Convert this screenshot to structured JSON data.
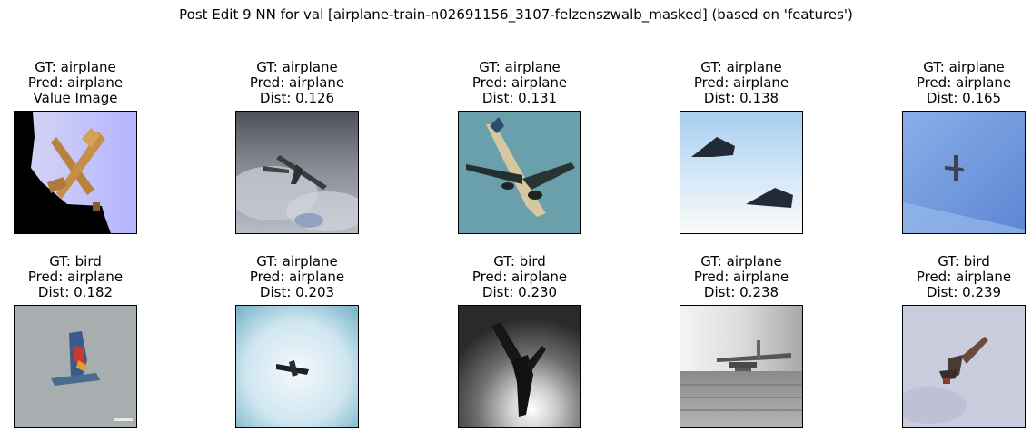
{
  "title": "Post Edit 9 NN for val [airplane-train-n02691156_3107-felzenszwalb_masked] (based on 'features')",
  "panels": [
    {
      "gt": "GT: airplane",
      "pred": "Pred: airplane",
      "extra": "Value Image",
      "image": "masked-airplane-orange"
    },
    {
      "gt": "GT: airplane",
      "pred": "Pred: airplane",
      "extra": "Dist: 0.126",
      "image": "airplane-cloudy-grey-sky"
    },
    {
      "gt": "GT: airplane",
      "pred": "Pred: airplane",
      "extra": "Dist: 0.131",
      "image": "airliner-teal-sky"
    },
    {
      "gt": "GT: airplane",
      "pred": "Pred: airplane",
      "extra": "Dist: 0.138",
      "image": "two-jets-blue-sky"
    },
    {
      "gt": "GT: airplane",
      "pred": "Pred: airplane",
      "extra": "Dist: 0.165",
      "image": "small-plane-blue-sky"
    },
    {
      "gt": "GT: bird",
      "pred": "Pred: airplane",
      "extra": "Dist: 0.182",
      "image": "parrot-flying-grey"
    },
    {
      "gt": "GT: airplane",
      "pred": "Pred: airplane",
      "extra": "Dist: 0.203",
      "image": "plane-bright-sky"
    },
    {
      "gt": "GT: bird",
      "pred": "Pred: airplane",
      "extra": "Dist: 0.230",
      "image": "bird-silhouette-sun"
    },
    {
      "gt": "GT: airplane",
      "pred": "Pred: airplane",
      "extra": "Dist: 0.238",
      "image": "grayscale-seaplane"
    },
    {
      "gt": "GT: bird",
      "pred": "Pred: airplane",
      "extra": "Dist: 0.239",
      "image": "bird-flying-pale-sky"
    }
  ]
}
